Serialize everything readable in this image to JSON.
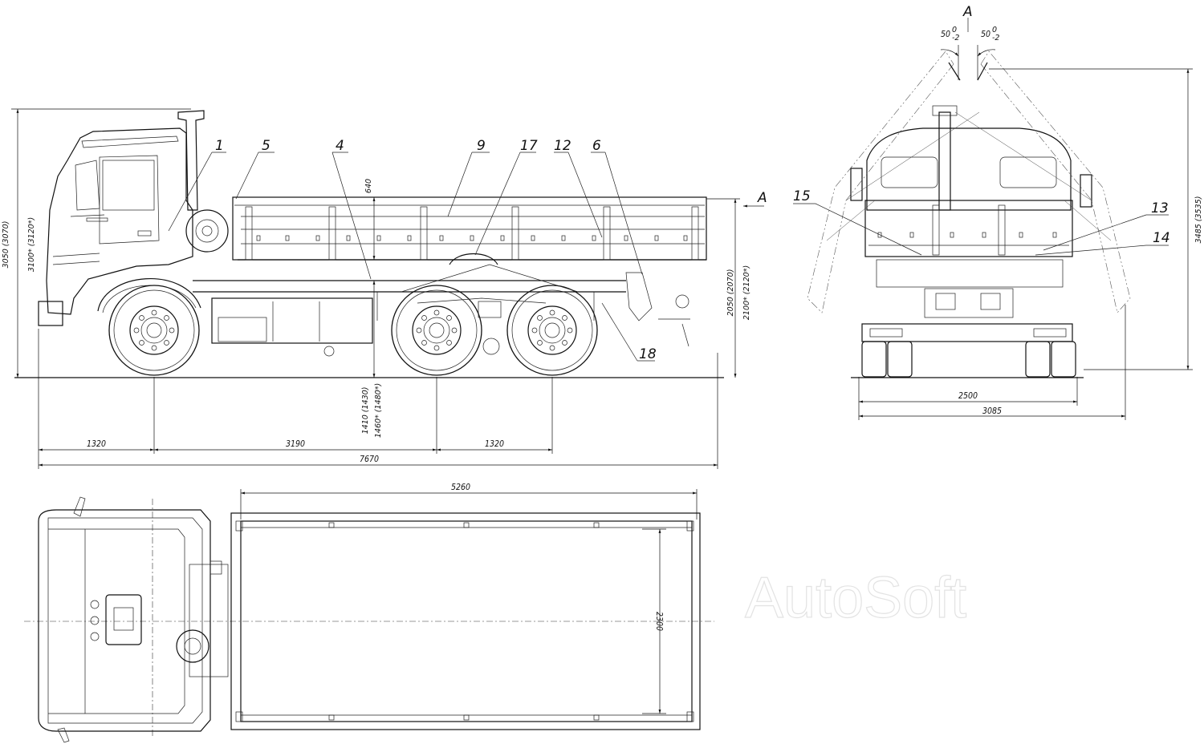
{
  "part_labels": [
    "1",
    "5",
    "4",
    "9",
    "17",
    "12",
    "6",
    "18",
    "15",
    "13",
    "14"
  ],
  "view_marker": "A",
  "side_view": {
    "dims": {
      "front_overhang": "1320",
      "wheelbase_front": "3190",
      "wheelbase_rear": "1320",
      "overall_length": "7670",
      "height_a": "3050 (3070)",
      "height_b": "3100* (3120*)",
      "platform_height_a": "2050 (2070)",
      "platform_height_b": "2100* (2120*)",
      "side_height": "640",
      "loading_height_a": "1410 (1430)",
      "loading_height_b": "1460* (1480*)"
    }
  },
  "rear_view": {
    "dims": {
      "track": "2500",
      "overall_width": "3085",
      "height_open": "3485 (3535)",
      "angle_left": "50",
      "angle_right": "50",
      "tol_upper": "0",
      "tol_lower": "-2"
    }
  },
  "top_view": {
    "dims": {
      "body_length": "5260",
      "body_width": "2300"
    }
  },
  "watermark": "AutoSoft"
}
